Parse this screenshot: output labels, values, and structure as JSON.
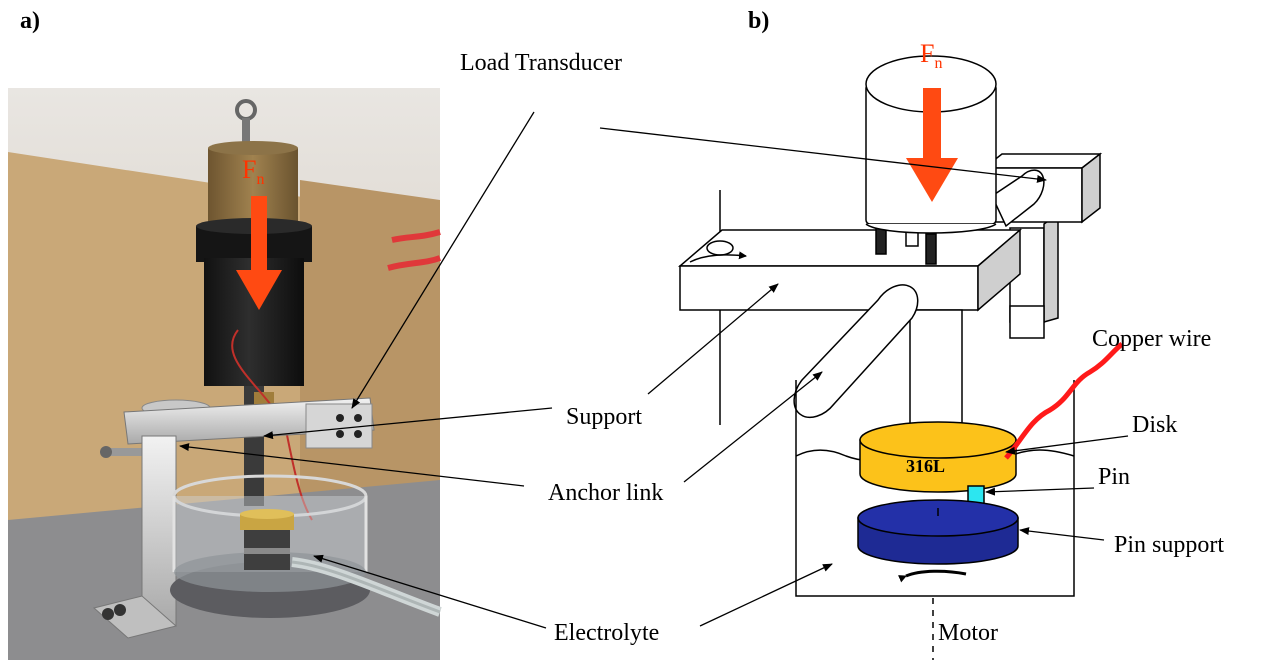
{
  "panels": {
    "a": "a)",
    "b": "b)"
  },
  "force_label": {
    "main": "F",
    "sub": "n"
  },
  "labels": {
    "load_transducer": "Load Transducer",
    "support": "Support",
    "anchor_link": "Anchor link",
    "electrolyte": "Electrolyte",
    "copper_wire": "Copper wire",
    "disk": "Disk",
    "pin": "Pin",
    "pin_support": "Pin support",
    "motor": "Motor",
    "disk_material": "316L"
  },
  "colors": {
    "force_arrow": "#ff4a12",
    "disk": "#fcc21a",
    "pin_support": "#1e2a94",
    "pin": "#2ce6f0",
    "copper_wire": "#ff1a1a",
    "transducer_side": "#cfcfcf"
  }
}
